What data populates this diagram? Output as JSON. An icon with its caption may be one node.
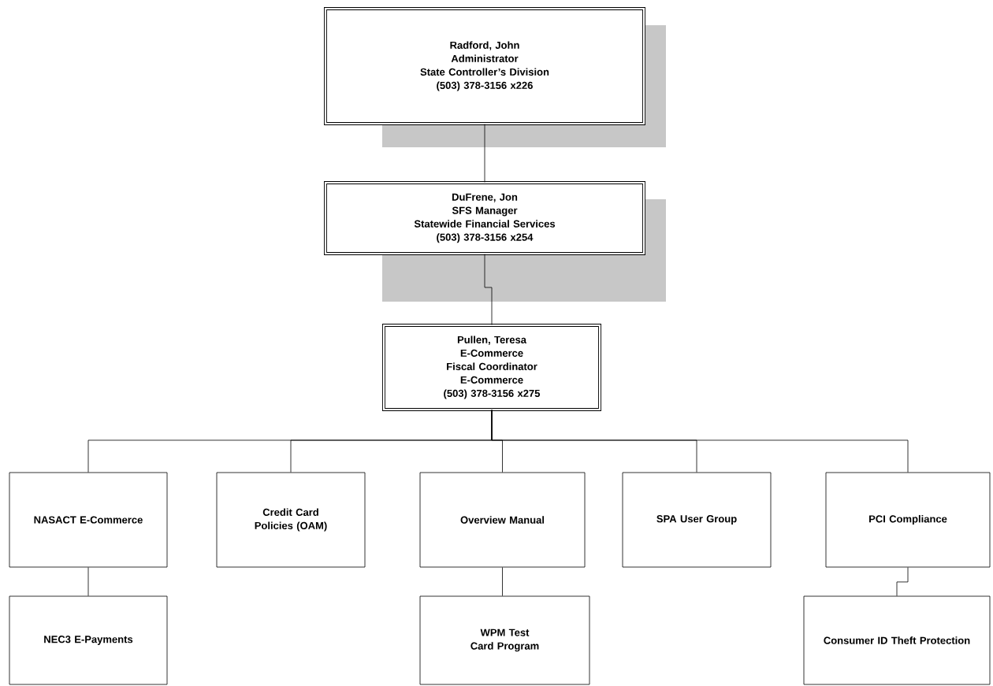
{
  "diagram": {
    "nodes": [
      {
        "text": [
          "Radford, John",
          "Administrator",
          "State Controller’s Division",
          "(503) 378-3156 x226"
        ]
      },
      {
        "text": [
          "DuFrene, Jon",
          "SFS Manager",
          "Statewide Financial Services",
          "(503) 378-3156 x254"
        ]
      },
      {
        "text": [
          "Pullen, Teresa",
          "E-Commerce Fiscal Coordinator",
          "E-Commerce",
          "(503) 378-3156 x275"
        ]
      },
      {
        "text": [
          "NASACT E-Commerce"
        ]
      },
      {
        "text": [
          "Credit Card Policies (OAM)"
        ]
      },
      {
        "text": [
          "Overview Manual"
        ]
      },
      {
        "text": [
          "SPA User Group"
        ]
      },
      {
        "text": [
          "PCI Compliance"
        ]
      },
      {
        "text": [
          "NEC3 E-Payments"
        ]
      },
      {
        "text": [
          "WPM Test Card Program"
        ]
      },
      {
        "text": [
          "Consumer ID Theft Protection"
        ]
      }
    ],
    "edges": [
      {
        "from": 0,
        "to": 1,
        "arrow": "none"
      },
      {
        "from": 1,
        "to": 2,
        "arrow": "none"
      },
      {
        "from": 2,
        "to": 3,
        "arrow": "none"
      },
      {
        "from": 2,
        "to": 4,
        "arrow": "none"
      },
      {
        "from": 2,
        "to": 5,
        "arrow": "none"
      },
      {
        "from": 2,
        "to": 6,
        "arrow": "none"
      },
      {
        "from": 2,
        "to": 7,
        "arrow": "none"
      },
      {
        "from": 3,
        "to": 8,
        "arrow": "none"
      },
      {
        "from": 5,
        "to": 9,
        "arrow": "none"
      },
      {
        "from": 7,
        "to": 10,
        "arrow": "none"
      }
    ]
  }
}
